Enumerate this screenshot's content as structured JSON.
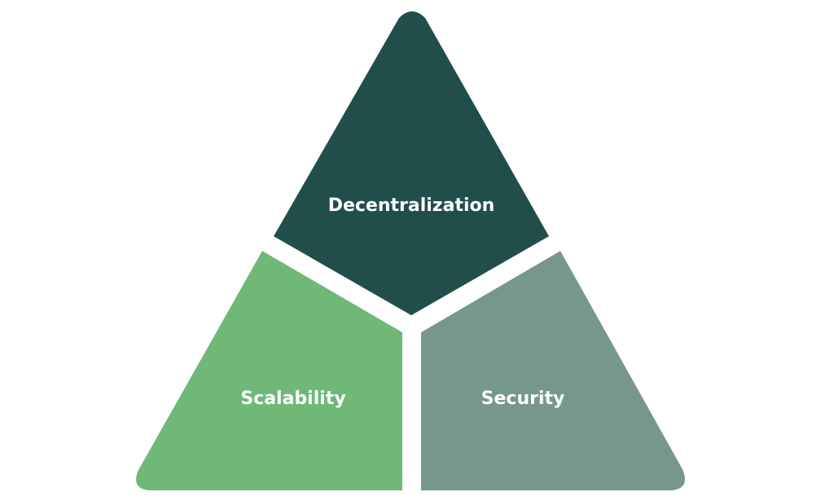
{
  "diagram": {
    "segments": [
      {
        "id": "decentralization",
        "label": "Decentralization",
        "color": "#214e4b"
      },
      {
        "id": "scalability",
        "label": "Scalability",
        "color": "#6fb878"
      },
      {
        "id": "security",
        "label": "Security",
        "color": "#78978b"
      }
    ]
  }
}
